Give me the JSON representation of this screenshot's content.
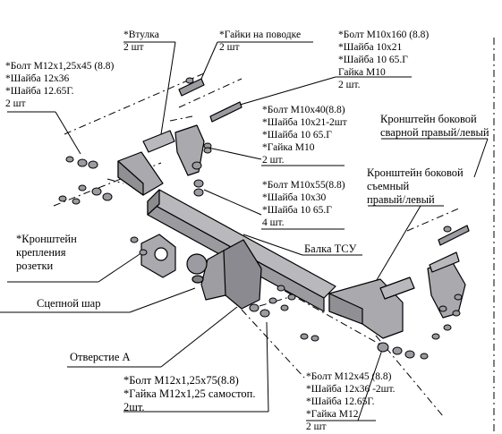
{
  "labels": {
    "vtulka": [
      "*Втулка",
      "2 шт"
    ],
    "gaiki_povodke": [
      "*Гайки на поводке",
      "2 шт"
    ],
    "bolt_m10x160": [
      "*Болт М10х160 (8.8)",
      "*Шайба 10х21",
      "*Шайба 10 65.Г",
      "Гайка М10",
      "2 шт."
    ],
    "bolt_m12x45_top": [
      "*Болт М12х1,25х45 (8.8)",
      "*Шайба 12х36",
      "*Шайба 12.65Г.",
      "2 шт"
    ],
    "bolt_m10x40": [
      "*Болт М10х40(8.8)",
      "*Шайба 10х21-2шт",
      "*Шайба 10 65.Г",
      "*Гайка М10",
      "2 шт."
    ],
    "bracket_welded": [
      "Кронштейн боковой",
      "сварной правый/левый"
    ],
    "bracket_removable": [
      "Кронштейн боковой",
      "съемный",
      "правый/левый"
    ],
    "bolt_m10x55": [
      "*Болт М10х55(8.8)",
      "*Шайба 10х30",
      "*Шайба 10 65.Г",
      "4 шт."
    ],
    "socket_bracket": [
      "*Кронштейн",
      "крепления",
      "розетки"
    ],
    "tsu_beam": [
      "Балка ТСУ"
    ],
    "ball": [
      "Сцепной шар"
    ],
    "hole_a": [
      "Отверстие А"
    ],
    "bolt_m12x75": [
      "*Болт М12х1,25х75(8.8)",
      "*Гайка М12х1,25 самостоп.",
      "2шт."
    ],
    "bolt_m12x45_bottom": [
      "*Болт М12х45 (8.8)",
      "*Шайба 12х36 -2шт.",
      "*Шайба 12.65Г.",
      "*Гайка М12",
      "2 шт"
    ]
  }
}
